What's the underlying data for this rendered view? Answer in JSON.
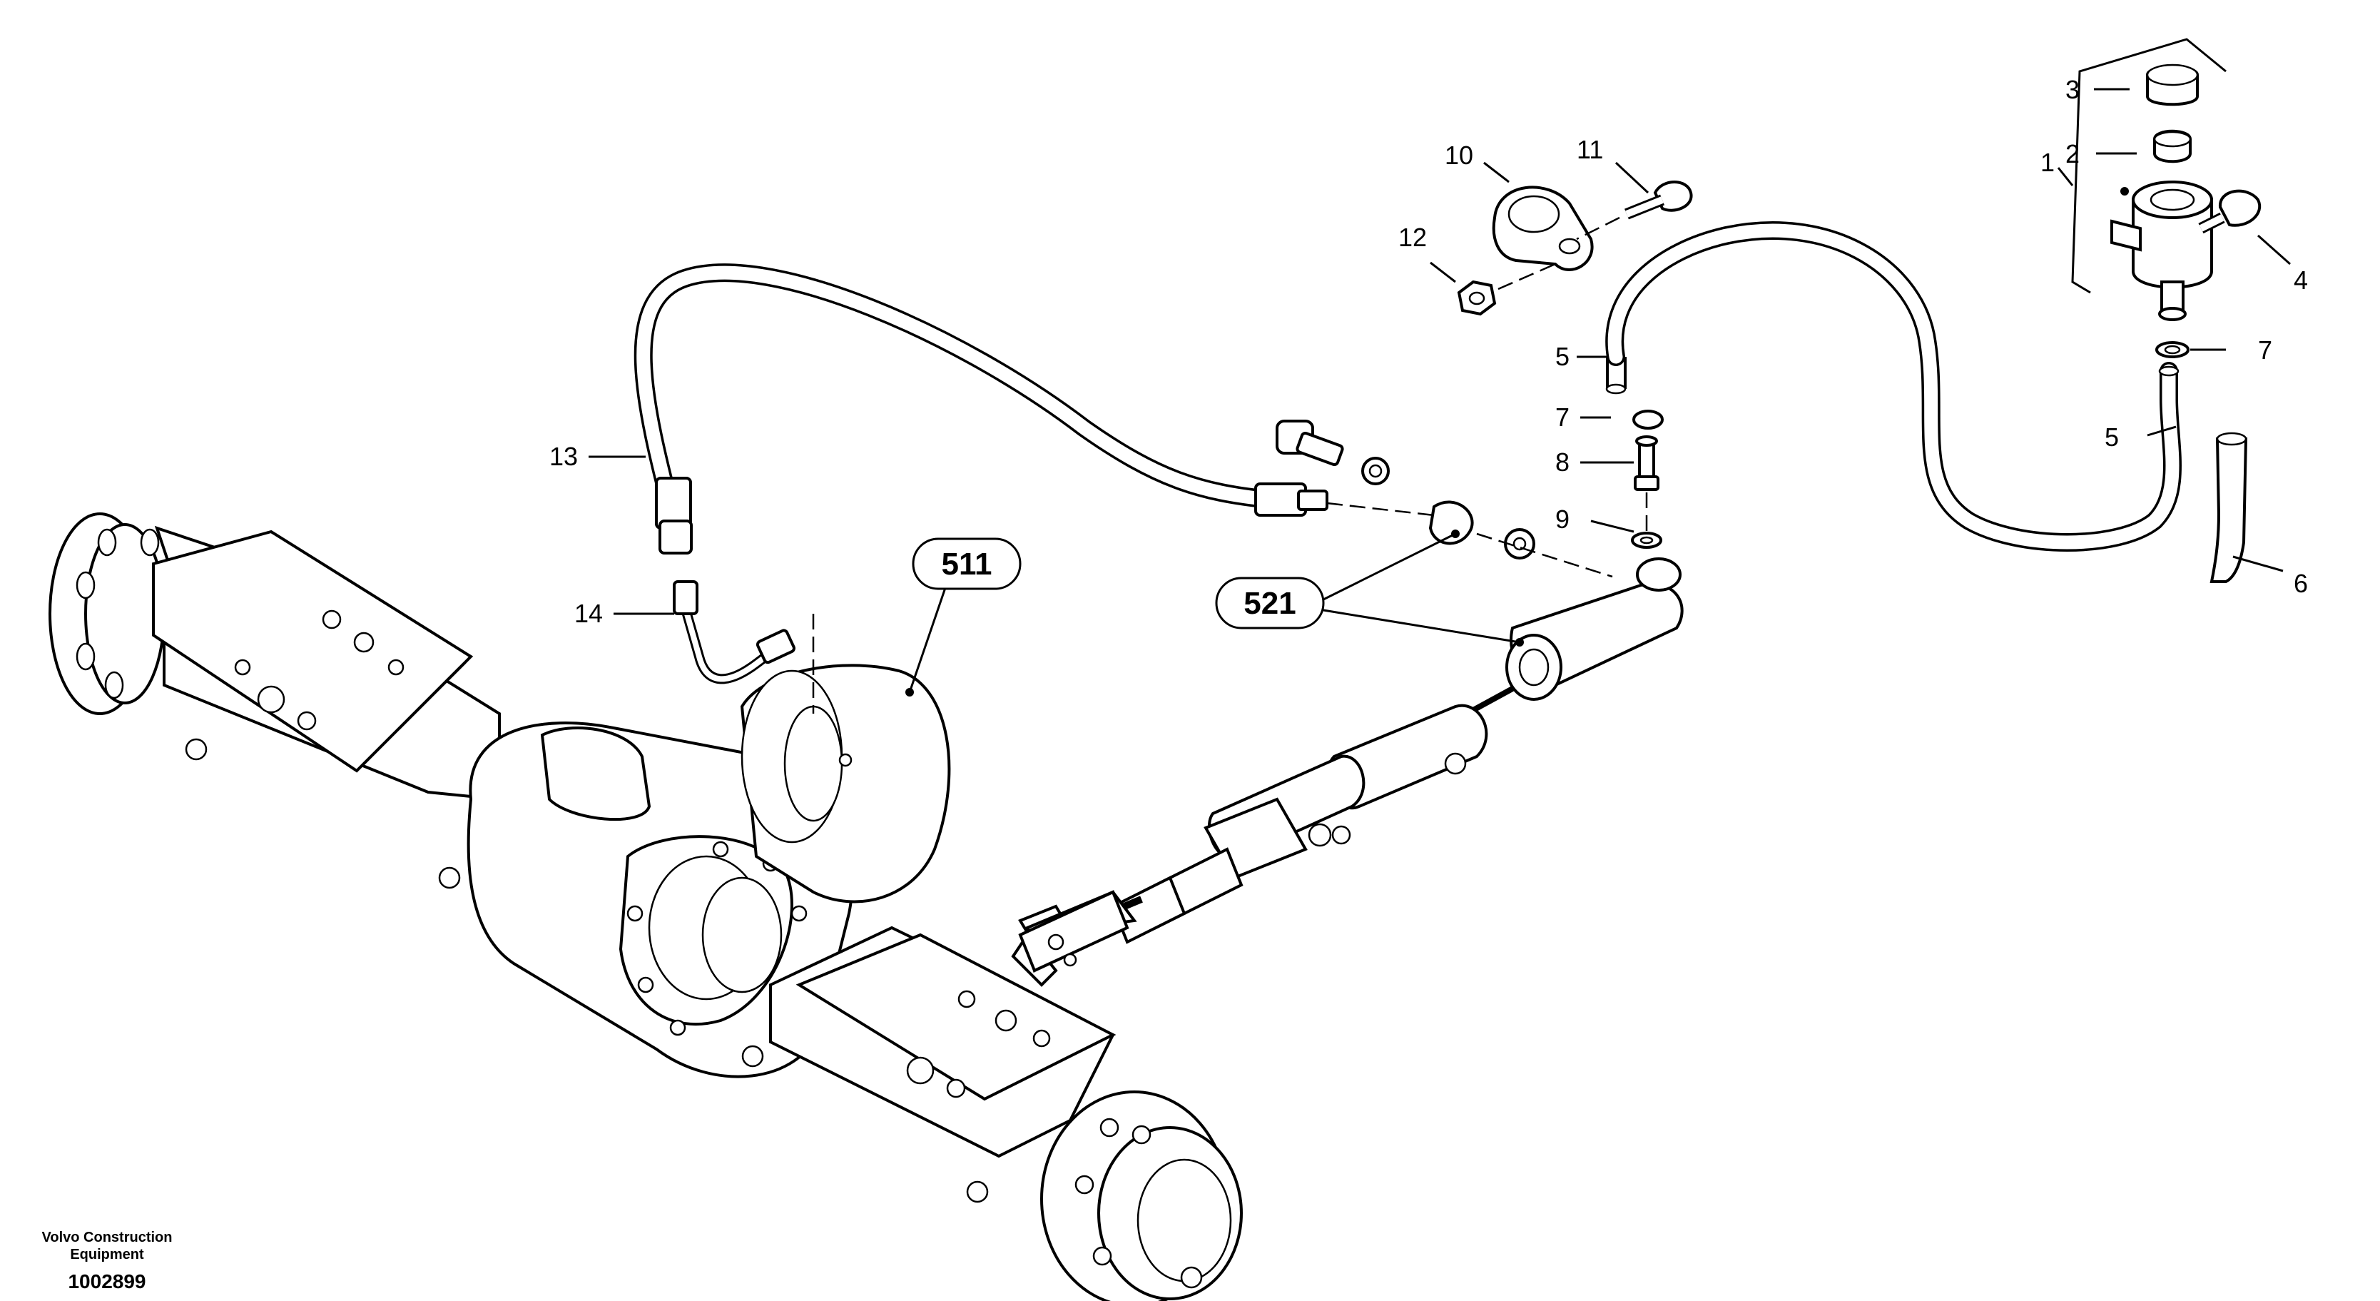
{
  "callouts": {
    "c1": "1",
    "c2": "2",
    "c3": "3",
    "c4": "4",
    "c5a": "5",
    "c5b": "5",
    "c6": "6",
    "c7a": "7",
    "c7b": "7",
    "c8": "8",
    "c9": "9",
    "c10": "10",
    "c11": "11",
    "c12": "12",
    "c13": "13",
    "c14": "14"
  },
  "references": {
    "r511": "511",
    "r521": "521"
  },
  "footer": {
    "brand_line1": "Volvo Construction",
    "brand_line2": "Equipment",
    "drawing_number": "1002899"
  }
}
